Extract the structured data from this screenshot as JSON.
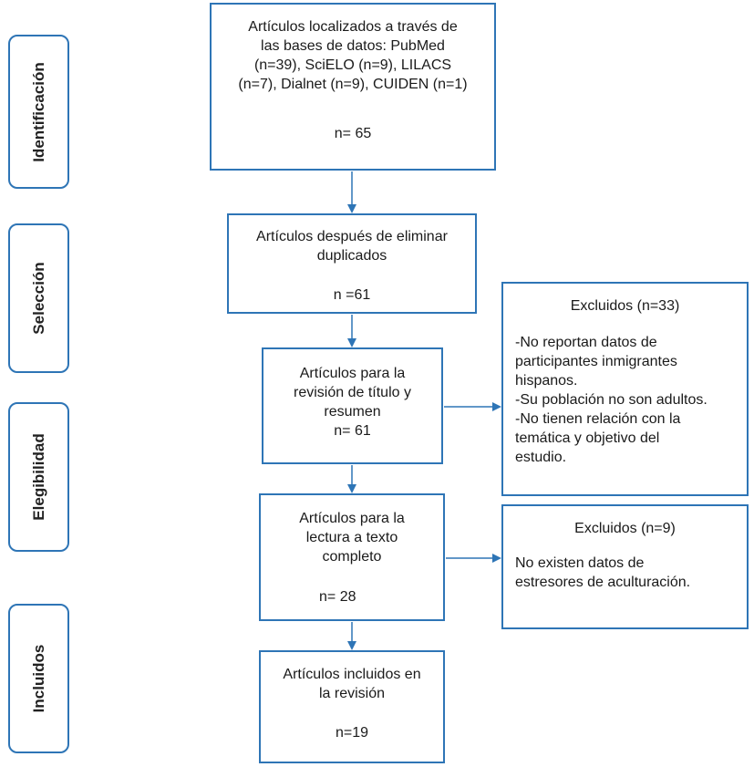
{
  "stages": {
    "identificacion": "Identificación",
    "seleccion": "Selección",
    "elegibilidad": "Elegibilidad",
    "incluidos": "Incluidos"
  },
  "boxes": {
    "identified": {
      "lines": [
        "Artículos localizados a través de",
        "las bases de datos: PubMed",
        "(n=39), SciELO (n=9), LILACS",
        "(n=7), Dialnet (n=9), CUIDEN (n=1)"
      ],
      "count": "n= 65"
    },
    "after_duplicates": {
      "lines": [
        "Artículos después de eliminar",
        "duplicados"
      ],
      "count": "n =61"
    },
    "title_abstract": {
      "lines": [
        "Artículos para la",
        "revisión de título y",
        "resumen"
      ],
      "count": "n= 61"
    },
    "full_text": {
      "lines": [
        "Artículos para la",
        "lectura a texto",
        "completo"
      ],
      "count": "n= 28"
    },
    "included": {
      "lines": [
        "Artículos incluidos en",
        "la revisión"
      ],
      "count": "n=19"
    },
    "excluded_1": {
      "title": "Excluidos (n=33)",
      "lines": [
        "-No reportan datos de",
        "participantes inmigrantes",
        "hispanos.",
        "-Su población no son adultos.",
        "-No tienen relación con la",
        "temática y objetivo del",
        "estudio."
      ]
    },
    "excluded_2": {
      "title": "Excluidos (n=9)",
      "lines": [
        "No existen datos de",
        "estresores de aculturación."
      ]
    }
  },
  "colors": {
    "border": "#2e75b6",
    "arrow": "#2e75b6"
  }
}
